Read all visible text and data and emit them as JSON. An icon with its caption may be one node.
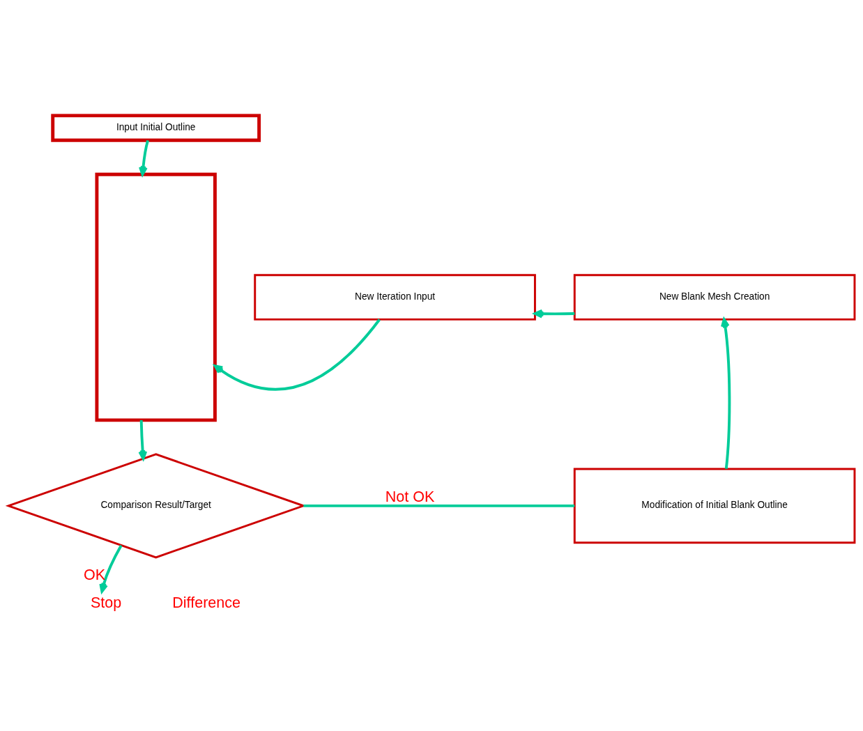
{
  "diagram": {
    "nodes": [
      {
        "text": [
          "Input Initial Outline"
        ]
      },
      {
        "text": [],
        "shape": "box"
      },
      {
        "text": [
          "New Iteration Input"
        ]
      },
      {
        "text": [
          "New Blank Mesh Creation"
        ]
      },
      {
        "text": [
          "Modification of Initial Blank Outline"
        ]
      },
      {
        "text": [
          "Comparison Result/Target"
        ]
      },
      {
        "text": [
          "Stop"
        ]
      }
    ],
    "edges": [
      {
        "from": 0,
        "to": 1,
        "arrow": "to"
      },
      {
        "from": 2,
        "to": 1,
        "arrow": "to"
      },
      {
        "from": 1,
        "to": 5,
        "arrow": "to"
      },
      {
        "from": 5,
        "to": 4,
        "arrow": "none",
        "label": "Not OK"
      },
      {
        "from": 4,
        "to": 3,
        "arrow": "to"
      },
      {
        "from": 3,
        "to": 2,
        "arrow": "to"
      },
      {
        "from": 5,
        "to": 6,
        "arrow": "to",
        "label": "OK"
      }
    ],
    "labels": [
      "Difference"
    ]
  }
}
